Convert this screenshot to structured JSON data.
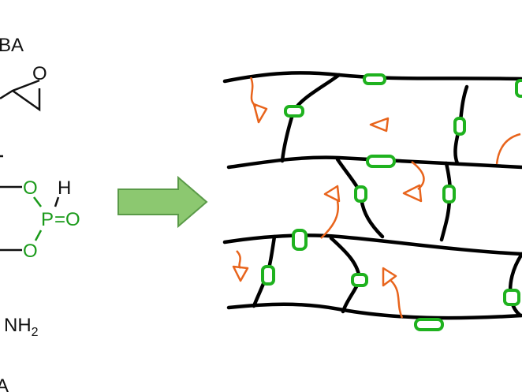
{
  "molecules": {
    "epoxy_label": "BA",
    "epoxy_oxygen": "O",
    "phosphite_h": "H",
    "phosphite_o_top": "O",
    "phosphite_p": "P",
    "phosphite_double_o": "=O",
    "phosphite_o_bottom": "O",
    "amine_group": "NH",
    "amine_subscript": "2",
    "amine_label": "A"
  },
  "colors": {
    "phosphorus_group": "#1a9a1a",
    "arrow": "#8cc870",
    "crosslink": "#1fb21f",
    "flame_retardant": "#e8641c"
  }
}
